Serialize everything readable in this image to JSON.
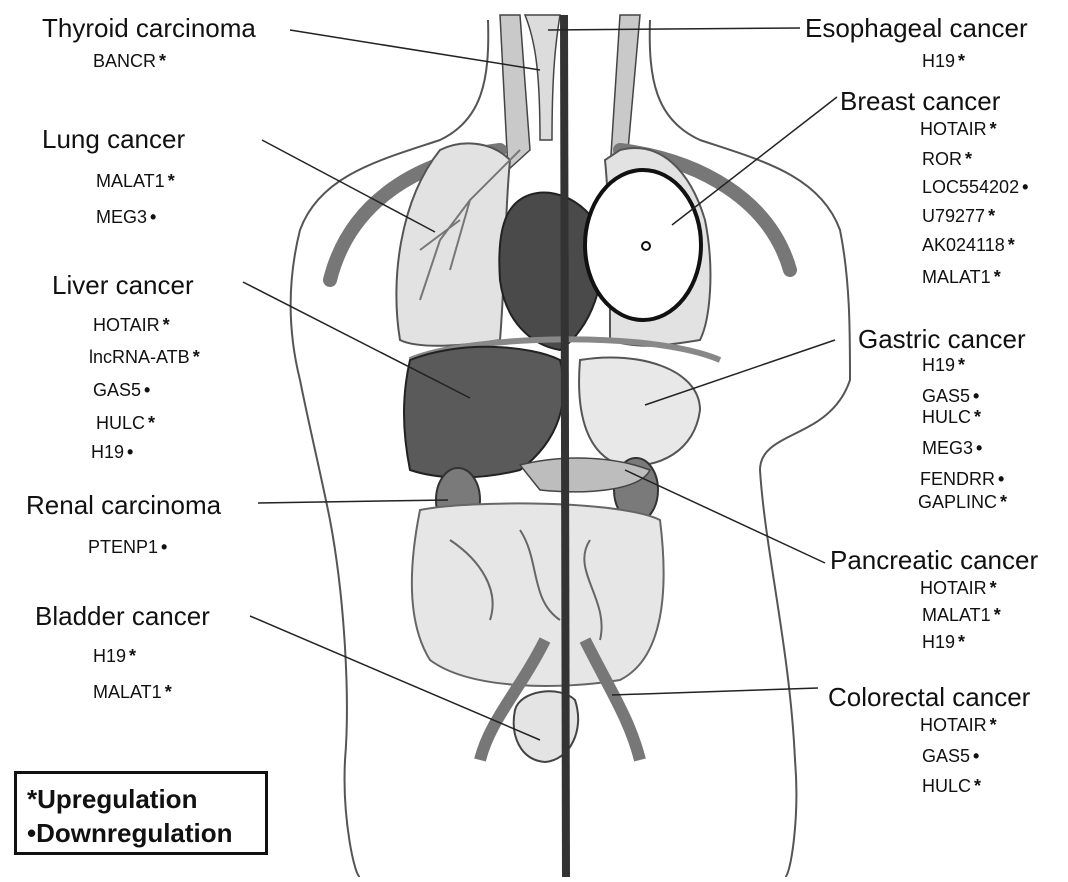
{
  "legend": {
    "upregulation": "*Upregulation",
    "downregulation": "•Downregulation"
  },
  "cancers": {
    "thyroid": {
      "title": "Thyroid carcinoma",
      "genes": [
        {
          "name": "BANCR",
          "mark": "*"
        }
      ]
    },
    "lung": {
      "title": "Lung cancer",
      "genes": [
        {
          "name": "MALAT1",
          "mark": "*"
        },
        {
          "name": "MEG3",
          "mark": "•"
        }
      ]
    },
    "liver": {
      "title": "Liver cancer",
      "genes": [
        {
          "name": "HOTAIR",
          "mark": "*"
        },
        {
          "name": "lncRNA-ATB",
          "mark": "*"
        },
        {
          "name": "GAS5",
          "mark": "•"
        },
        {
          "name": "HULC",
          "mark": "*"
        },
        {
          "name": "H19",
          "mark": "•"
        }
      ]
    },
    "renal": {
      "title": "Renal carcinoma",
      "genes": [
        {
          "name": "PTENP1",
          "mark": "•"
        }
      ]
    },
    "bladder": {
      "title": "Bladder cancer",
      "genes": [
        {
          "name": "H19",
          "mark": "*"
        },
        {
          "name": "MALAT1",
          "mark": "*"
        }
      ]
    },
    "esophageal": {
      "title": "Esophageal cancer",
      "genes": [
        {
          "name": "H19",
          "mark": "*"
        }
      ]
    },
    "breast": {
      "title": "Breast cancer",
      "genes": [
        {
          "name": "HOTAIR",
          "mark": "*"
        },
        {
          "name": "ROR",
          "mark": "*"
        },
        {
          "name": "LOC554202",
          "mark": "•"
        },
        {
          "name": "U79277",
          "mark": "*"
        },
        {
          "name": "AK024118",
          "mark": "*"
        },
        {
          "name": "MALAT1",
          "mark": "*"
        }
      ]
    },
    "gastric": {
      "title": "Gastric cancer",
      "genes": [
        {
          "name": "H19",
          "mark": "*"
        },
        {
          "name": "GAS5",
          "mark": "•"
        },
        {
          "name": "HULC",
          "mark": "*"
        },
        {
          "name": "MEG3",
          "mark": "•"
        },
        {
          "name": "FENDRR",
          "mark": "•"
        },
        {
          "name": "GAPLINC",
          "mark": "*"
        }
      ]
    },
    "pancreatic": {
      "title": "Pancreatic cancer",
      "genes": [
        {
          "name": "HOTAIR",
          "mark": "*"
        },
        {
          "name": "MALAT1",
          "mark": "*"
        },
        {
          "name": "H19",
          "mark": "*"
        }
      ]
    },
    "colorectal": {
      "title": "Colorectal cancer",
      "genes": [
        {
          "name": "HOTAIR",
          "mark": "*"
        },
        {
          "name": "GAS5",
          "mark": "•"
        },
        {
          "name": "HULC",
          "mark": "*"
        }
      ]
    }
  }
}
